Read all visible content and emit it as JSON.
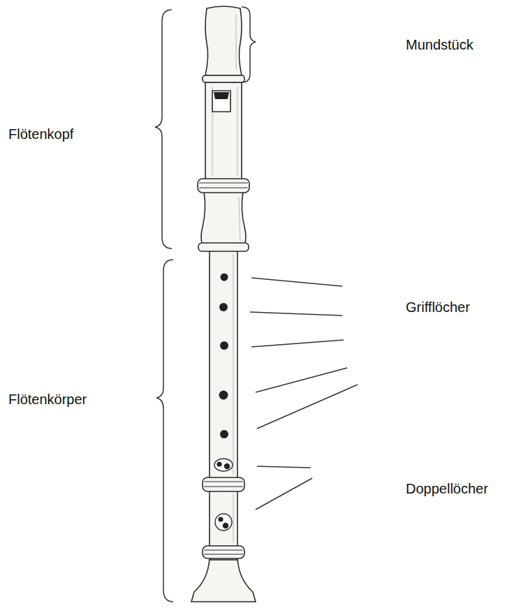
{
  "diagram": {
    "labels": [
      "Mundstück",
      "Flötenkopf",
      "Grifflöcher",
      "Flötenkörper",
      "Doppellöcher"
    ]
  }
}
